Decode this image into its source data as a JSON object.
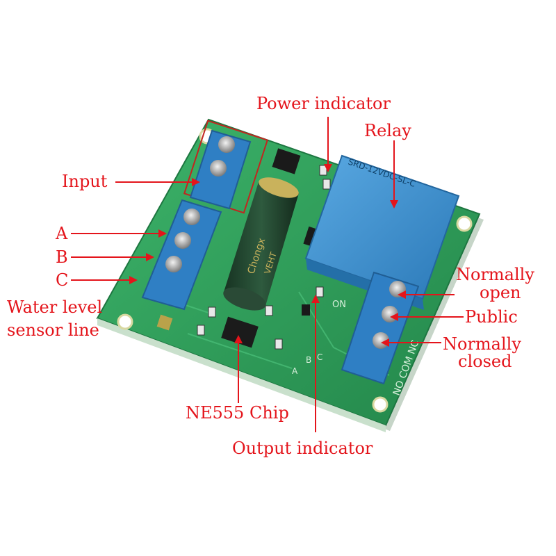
{
  "labels": {
    "power_indicator": "Power indicator",
    "relay": "Relay",
    "input": "Input",
    "a": "A",
    "b": "B",
    "c": "C",
    "water_level_line1": "Water level",
    "water_level_line2": "sensor line",
    "normally_open_line1": "Normally",
    "normally_open_line2": "open",
    "public": "Public",
    "normally_closed_line1": "Normally",
    "normally_closed_line2": "closed",
    "ne555": "NE555 Chip",
    "output_indicator": "Output indicator"
  },
  "board_silkscreen": {
    "on": "ON",
    "no_com_nc": "NO COM NC",
    "relay_model": "SRD-12VDC-SL-C",
    "capacitor_brand": "Chongx",
    "capacitor_series": "VEHT",
    "terminal_a": "A",
    "terminal_b": "B",
    "terminal_c": "C"
  },
  "colors": {
    "label_red": "#e4141b",
    "pcb_green": "#2fa05a",
    "terminal_blue": "#2f7fc4",
    "relay_blue": "#3d95d6",
    "capacitor_green": "#1f3d2a"
  }
}
